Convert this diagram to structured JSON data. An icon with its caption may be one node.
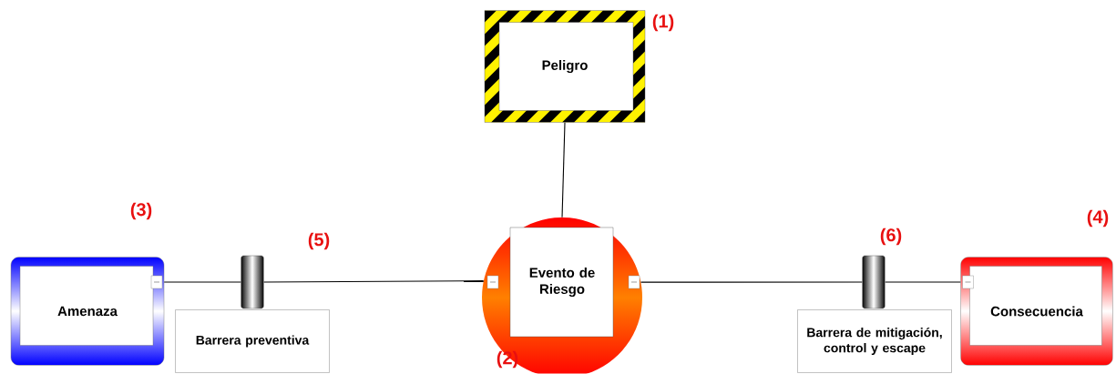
{
  "diagram": {
    "nodes": [
      {
        "text": [
          "Peligro"
        ]
      },
      {
        "text": [
          "Evento de Riesgo"
        ]
      },
      {
        "text": [
          "Amenaza"
        ]
      },
      {
        "text": [],
        "shape": "cylinder"
      },
      {
        "text": [
          "Barrera preventiva"
        ]
      },
      {
        "text": [],
        "shape": "cylinder"
      },
      {
        "text": [
          "Barrera de mitigación, control y escape"
        ]
      },
      {
        "text": [
          "Consecuencia"
        ]
      }
    ],
    "edges": [
      {
        "from": 0,
        "to": 1,
        "arrow": "none"
      },
      {
        "from": 2,
        "to": 3,
        "arrow": "none"
      },
      {
        "from": 3,
        "to": 1,
        "arrow": "none"
      },
      {
        "from": 1,
        "to": 5,
        "arrow": "none"
      },
      {
        "from": 5,
        "to": 7,
        "arrow": "none"
      }
    ],
    "labels": [
      "(1)",
      "(3)",
      "(4)",
      "(5)",
      "(6)",
      "(2)"
    ]
  }
}
